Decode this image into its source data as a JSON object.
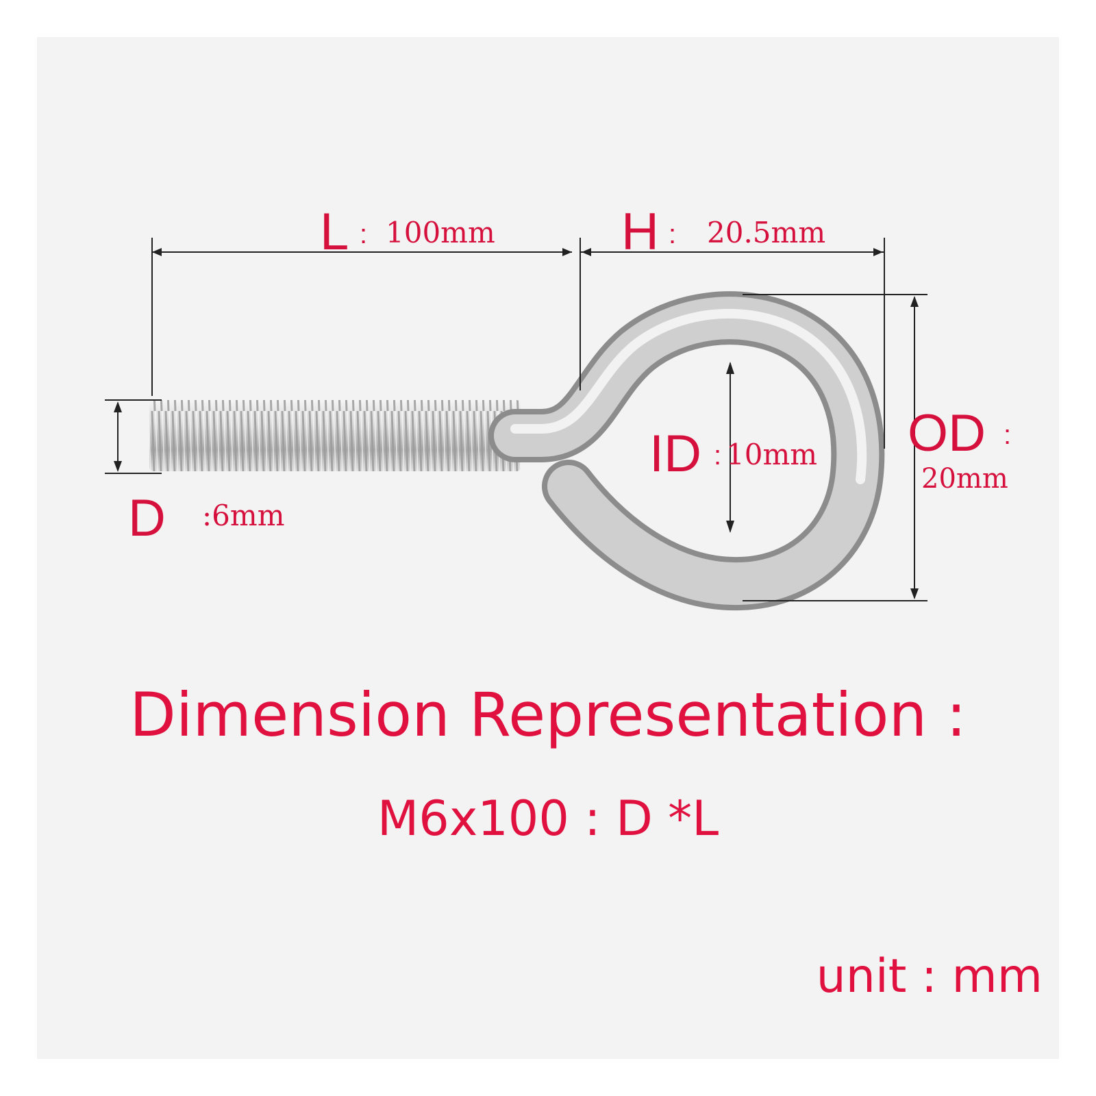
{
  "colors": {
    "accent": "#e0103f",
    "metal": "#c9c9c9",
    "panel": "#f3f3f3"
  },
  "labels": {
    "L": {
      "symbol": "L",
      "value": "100mm"
    },
    "H": {
      "symbol": "H",
      "value": "20.5mm"
    },
    "ID": {
      "symbol": "ID",
      "value": "10mm"
    },
    "OD": {
      "symbol": "OD",
      "value": "20mm"
    },
    "D": {
      "symbol": "D",
      "value": ":6mm"
    }
  },
  "heading": "Dimension Representation :",
  "formula": "M6x100 : D *L",
  "unit": "unit : mm"
}
